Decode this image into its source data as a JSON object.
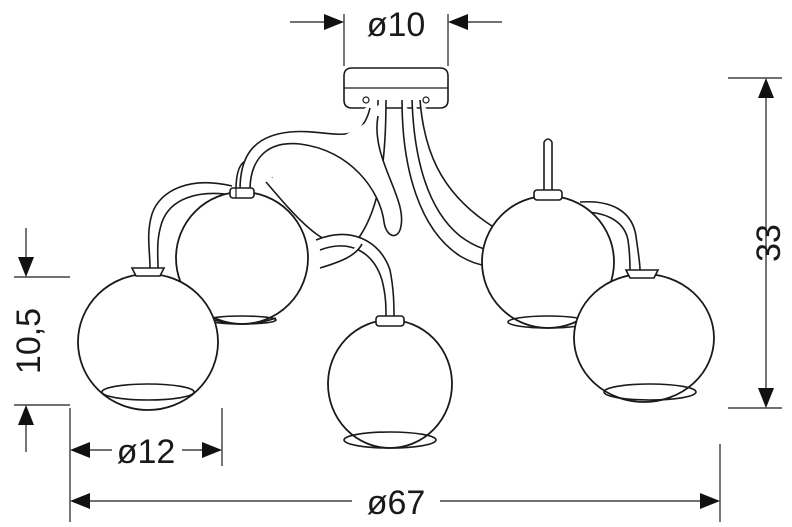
{
  "dimensions": {
    "canopy_diameter": "ø10",
    "overall_height": "33",
    "shade_height": "10,5",
    "shade_diameter": "ø12",
    "overall_diameter": "ø67"
  }
}
